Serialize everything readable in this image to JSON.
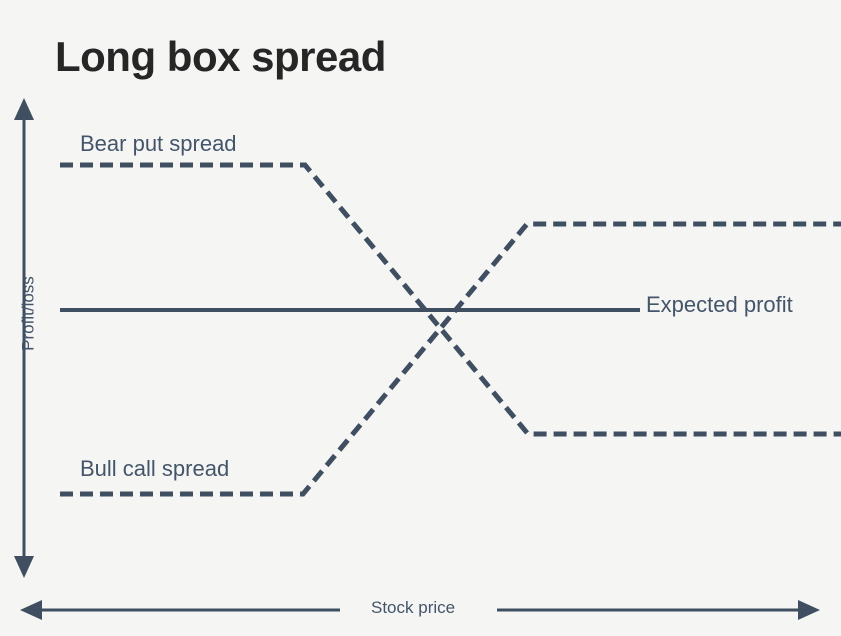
{
  "figure": {
    "title": "Long box spread",
    "background_color": "#f5f5f4",
    "title_color": "#262626",
    "line_color": "#3f4f61",
    "label_color": "#44556a"
  },
  "axes": {
    "x_label": "Stock price",
    "y_label": "Profit/loss"
  },
  "labels": {
    "bear_put": "Bear put spread",
    "bull_call": "Bull call spread",
    "expected_profit": "Expected profit"
  },
  "chart_data": {
    "type": "line",
    "title": "Long box spread",
    "xlabel": "Stock price",
    "ylabel": "Profit/loss",
    "grid": false,
    "legend": "inline-annotations",
    "xlim": [
      20,
      841
    ],
    "ylim": [
      578,
      98
    ],
    "note": "Payoff diagram: axis values are unlabeled/qualitative; coordinates are in pixel space where lower y = higher profit.",
    "series": [
      {
        "name": "Bear put spread",
        "style": "dashed",
        "color": "#3f4f61",
        "points": [
          {
            "x": 60,
            "y": 165
          },
          {
            "x": 305,
            "y": 165
          },
          {
            "x": 528,
            "y": 434
          },
          {
            "x": 841,
            "y": 434
          }
        ],
        "description": "Flat max profit at low stock price, declining through the strikes, flat max loss at high stock price"
      },
      {
        "name": "Bull call spread",
        "style": "dashed",
        "color": "#3f4f61",
        "points": [
          {
            "x": 60,
            "y": 494
          },
          {
            "x": 303,
            "y": 494
          },
          {
            "x": 527,
            "y": 224
          },
          {
            "x": 841,
            "y": 224
          }
        ],
        "description": "Flat max loss at low stock price, rising through the strikes, flat max profit at high stock price"
      },
      {
        "name": "Expected profit",
        "style": "solid",
        "color": "#3f4f61",
        "points": [
          {
            "x": 60,
            "y": 310
          },
          {
            "x": 640,
            "y": 310
          }
        ],
        "description": "Constant net payoff of the combined long box spread, independent of stock price"
      }
    ],
    "crossing_point": {
      "x": 443,
      "y": 330
    }
  },
  "icons": {
    "y_axis_arrow": "double-headed-vertical-arrow",
    "x_axis_arrow": "double-headed-horizontal-arrow"
  }
}
